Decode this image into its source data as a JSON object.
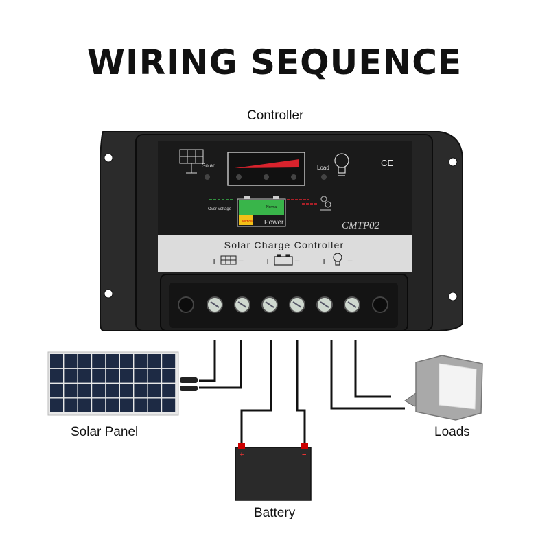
{
  "title": "WIRING SEQUENCE",
  "labels": {
    "controller": "Controller",
    "solar_panel": "Solar Panel",
    "loads": "Loads",
    "battery": "Battery"
  },
  "controller": {
    "model": "CMTP02",
    "name": "Solar Charge Controller",
    "ce_mark": "CE",
    "indicator_solar": "Solar",
    "indicator_load": "Load",
    "over_voltage": "Over voltage",
    "normal": "Normal",
    "overflow": "Overflow",
    "power": "Power",
    "terminal_groups": [
      {
        "plus": "+",
        "minus": "−",
        "icon": "solar-panel-icon"
      },
      {
        "plus": "+",
        "minus": "−",
        "icon": "battery-icon"
      },
      {
        "plus": "+",
        "minus": "−",
        "icon": "bulb-icon"
      }
    ]
  },
  "battery": {
    "plus": "+",
    "minus": "−"
  },
  "colors": {
    "housing": "#2a2a2a",
    "panel_face": "#1c1c1c",
    "label_strip": "#d9d9d9",
    "wire": "#111111",
    "solar_cell": "#1d2a44",
    "green_indicator": "#39b54a",
    "red_indicator": "#d9232d",
    "yellow_indicator": "#f2c018"
  }
}
